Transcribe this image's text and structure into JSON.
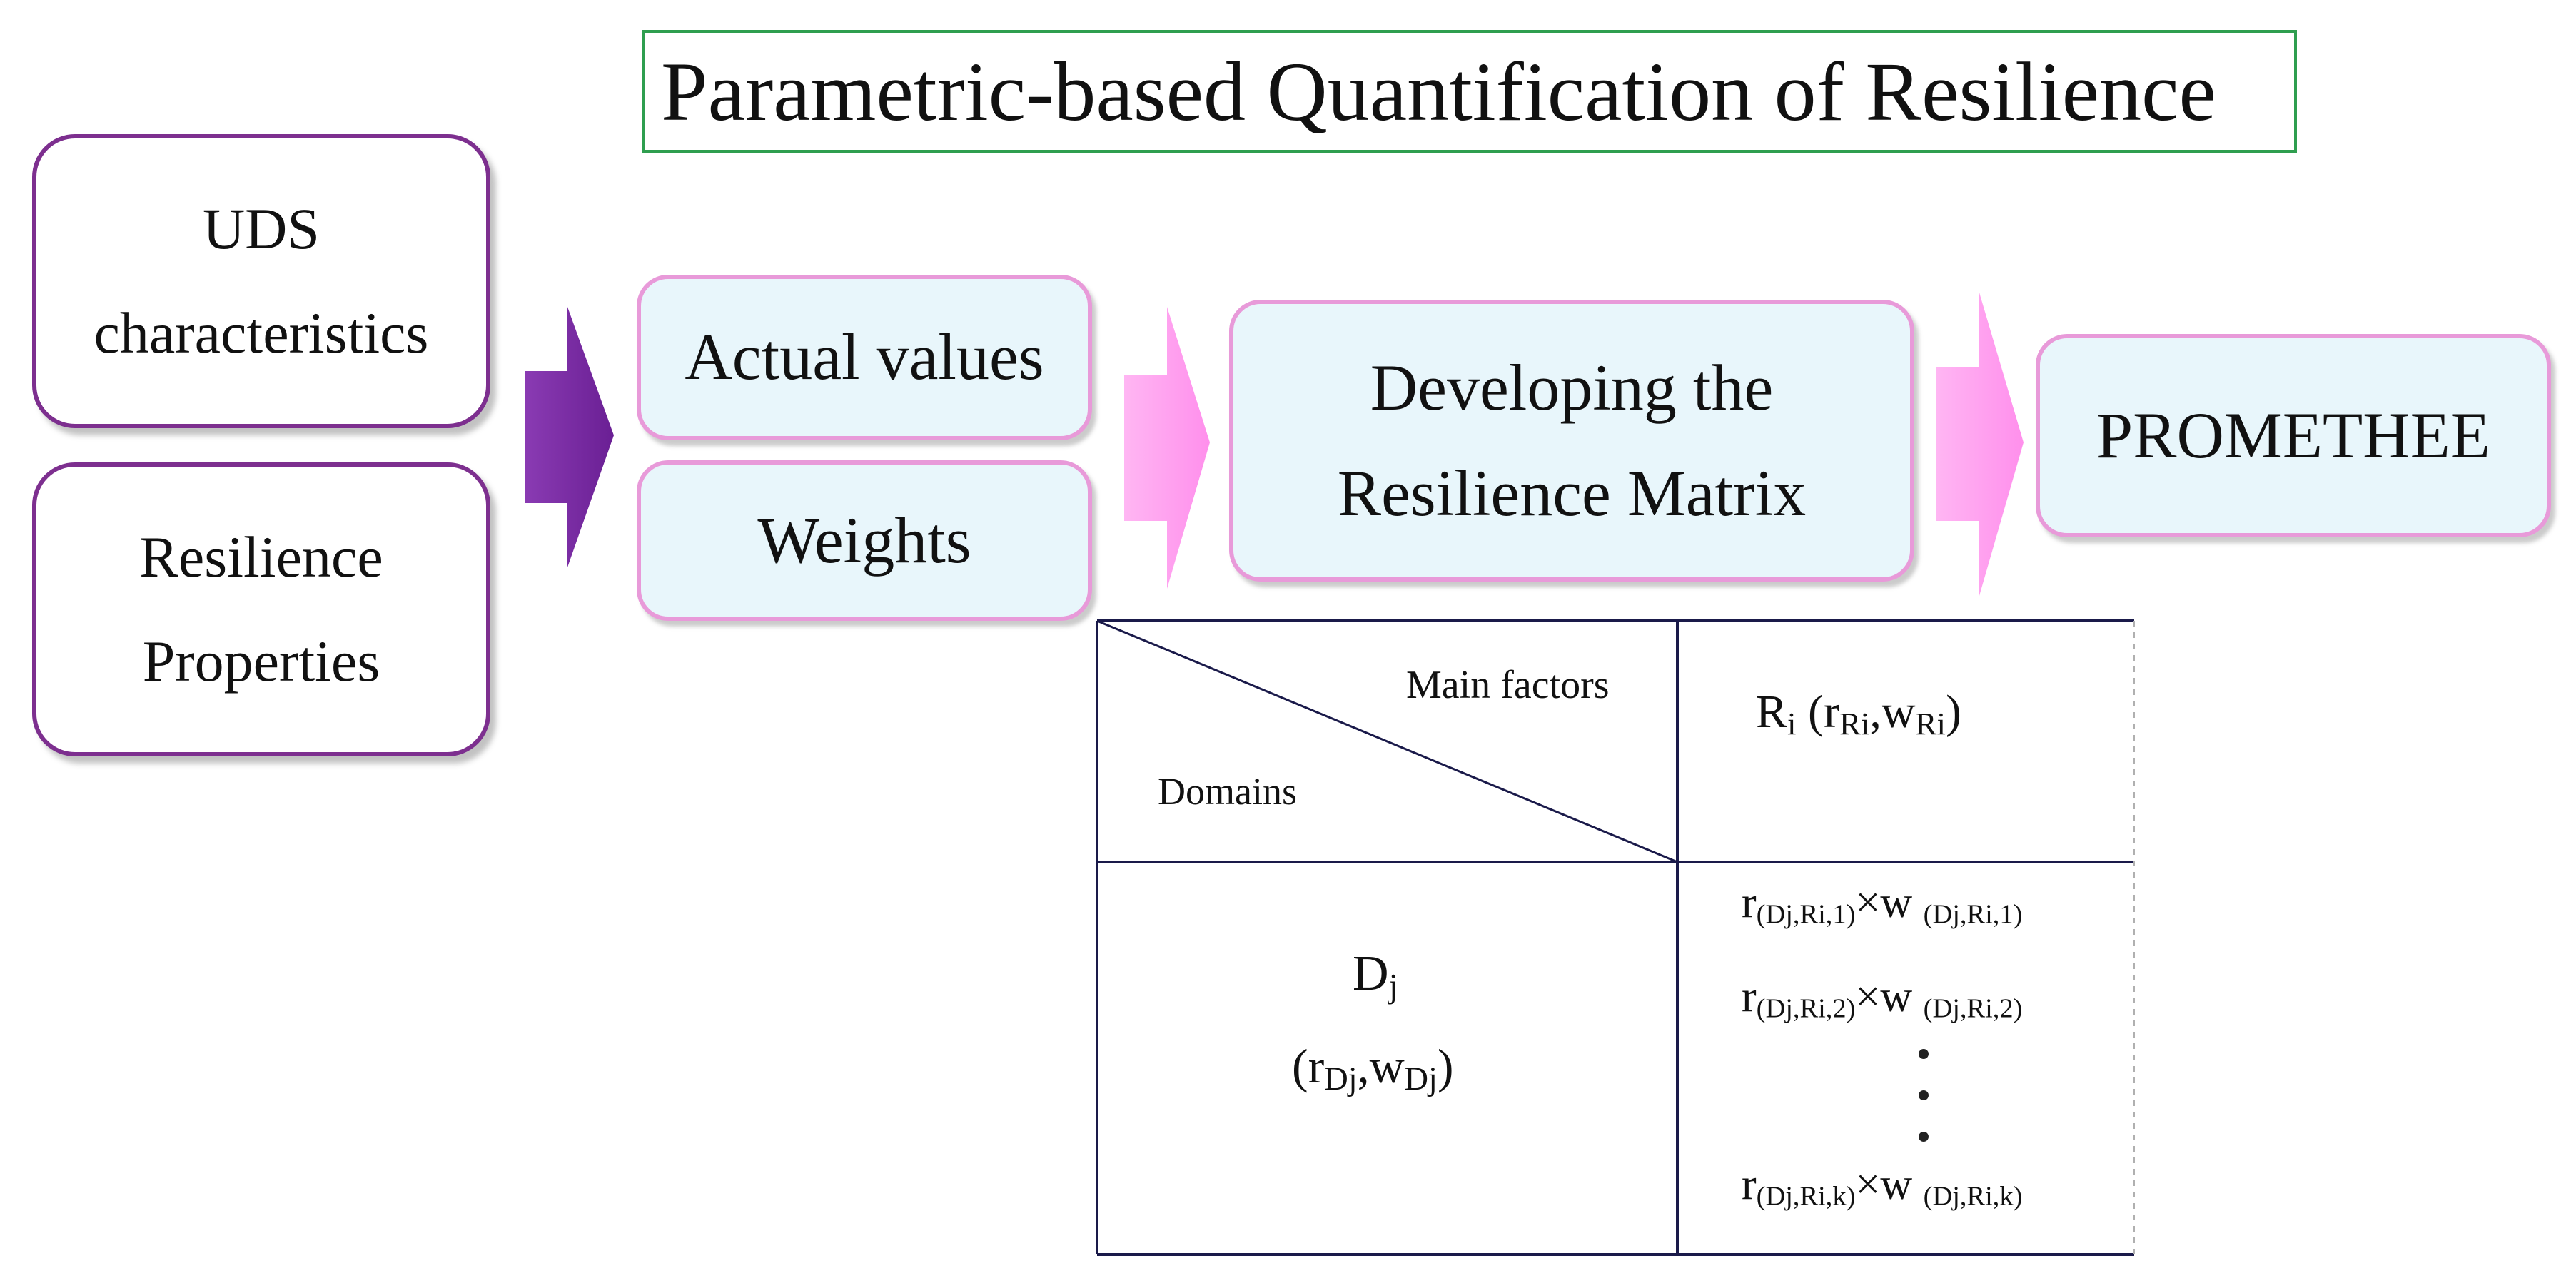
{
  "title": "Parametric-based Quantification of Resilience",
  "inputs": {
    "uds": [
      "UDS",
      "characteristics"
    ],
    "resilience": [
      "Resilience",
      "Properties"
    ]
  },
  "steps": {
    "actual_values": "Actual values",
    "weights": "Weights",
    "developing": [
      "Developing the",
      "Resilience Matrix"
    ],
    "promethee": "PROMETHEE"
  },
  "matrix": {
    "header_top_right": "Main factors",
    "header_bottom_left": "Domains",
    "column_header": {
      "main": "R",
      "sub": "i",
      "params": [
        "r",
        "Ri",
        "w",
        "Ri"
      ]
    },
    "row_header": {
      "main": "D",
      "sub": "j",
      "params": [
        "r",
        "Dj",
        "w",
        "Dj"
      ]
    },
    "cells": [
      {
        "r": "r",
        "r_sub": "(Dj,Ri,1)",
        "op": "×",
        "w": "w",
        "w_sub": "(Dj,Ri,1)"
      },
      {
        "r": "r",
        "r_sub": "(Dj,Ri,2)",
        "op": "×",
        "w": "w",
        "w_sub": "(Dj,Ri,2)"
      },
      {
        "r": "r",
        "r_sub": "(Dj,Ri,k)",
        "op": "×",
        "w": "w",
        "w_sub": "(Dj,Ri,k)"
      }
    ]
  },
  "colors": {
    "title_border": "#2f9e4f",
    "input_border": "#7d2f8f",
    "step_border": "#e89ad9",
    "step_fill": "#e8f6fb",
    "arrow_dark": "#7b2fa3",
    "arrow_light": "#ff9ff0"
  }
}
